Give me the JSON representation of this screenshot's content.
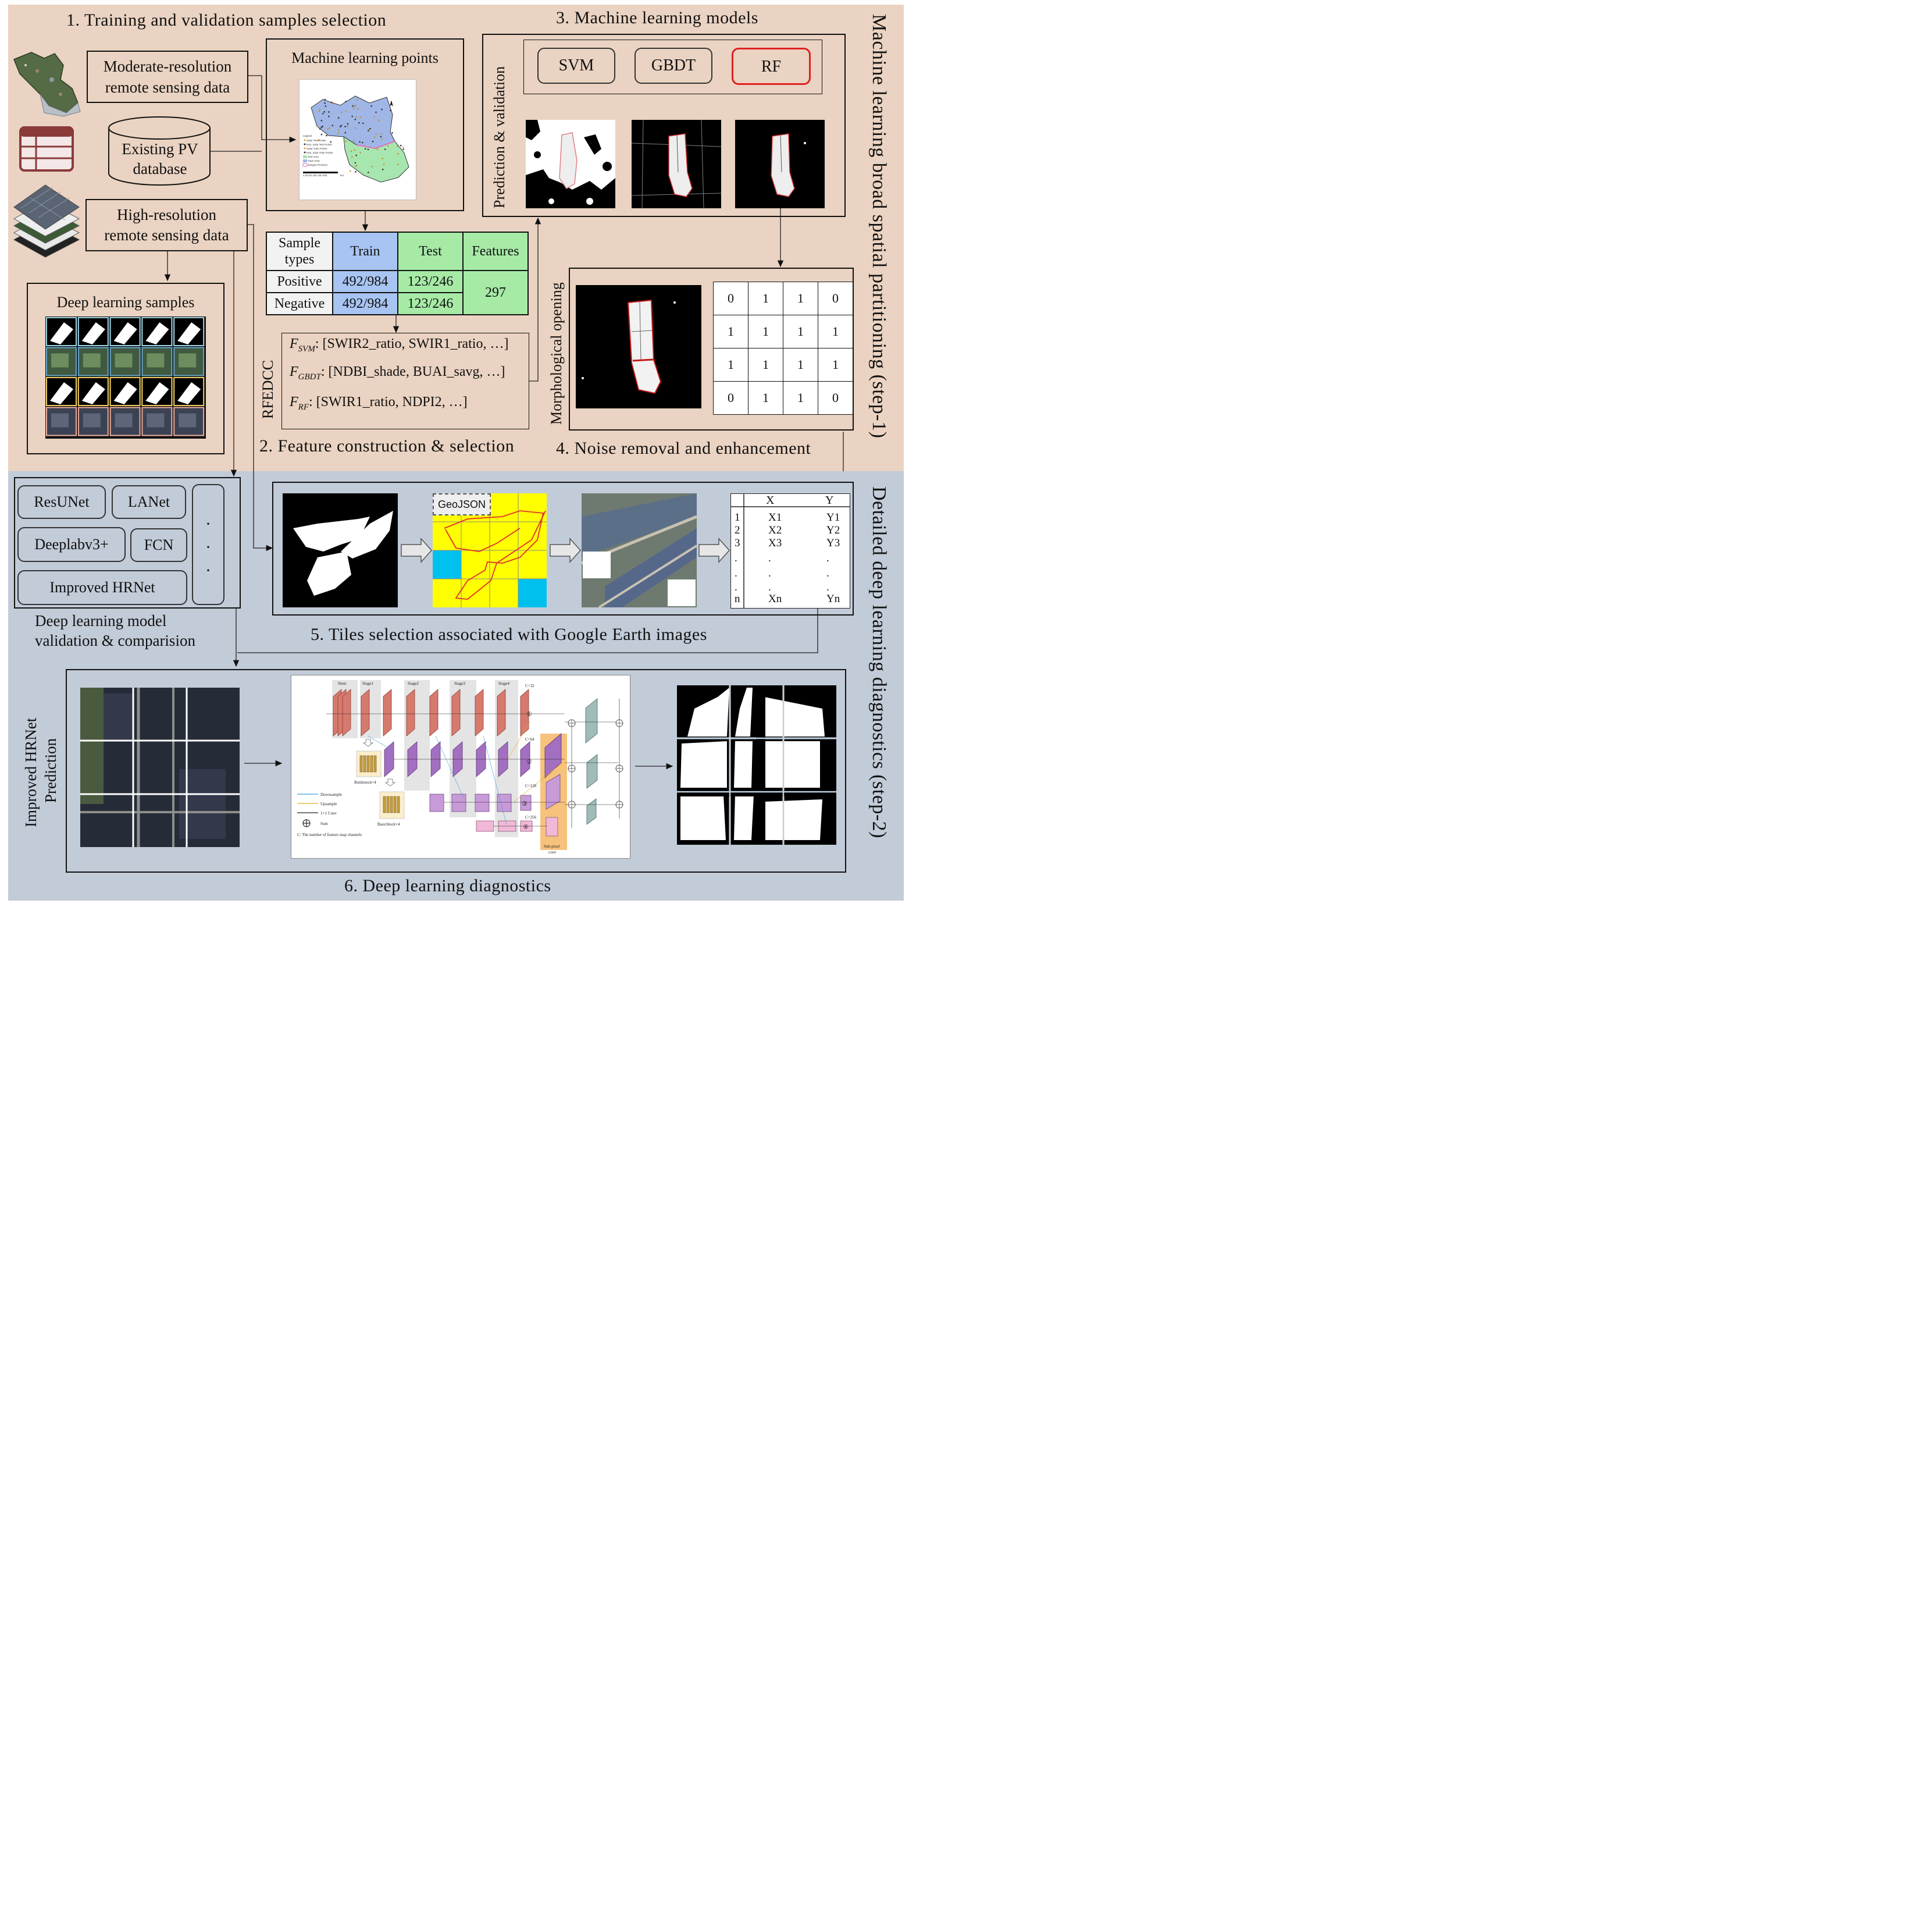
{
  "step1": {
    "side_title": "Machine learning broad spatial partitioning (step-1)",
    "sec1_title": "1. Training and validation samples selection",
    "moderate": "Moderate-resolution\nremote sensing data",
    "moderate_l1": "Moderate-resolution",
    "moderate_l2": "remote sensing data",
    "pv_db_l1": "Existing PV",
    "pv_db_l2": "database",
    "high_l1": "High-resolution",
    "high_l2": "remote sensing data",
    "ml_points": "Machine learning points",
    "dl_samples": "Deep learning samples",
    "sec2_title": "2. Feature construction  & selection",
    "rfedcc": "RFEDCC",
    "sec3_title": "3. Machine learning models",
    "pred_val": "Prediction  &  validation",
    "models": [
      "SVM",
      "GBDT",
      "RF"
    ],
    "sec4_title": "4. Noise removal and enhancement",
    "morph": "Morphological  opening",
    "map_legend": [
      "Legend",
      "Solar Test Points",
      "Non_solar Test Points",
      "Solar Train Points",
      "Non_solar Train Points",
      "Test Area",
      "Train Area",
      "Jiangsu Province"
    ],
    "map_scale": "0  25 50       100       150     200",
    "map_scale_unit": "km"
  },
  "sample_table": {
    "headers": [
      "Sample\ntypes",
      "Train",
      "Test",
      "Features"
    ],
    "h0_l1": "Sample",
    "h0_l2": "types",
    "rows": [
      {
        "type": "Positive",
        "train": "492/984",
        "test": "123/246"
      },
      {
        "type": "Negative",
        "train": "492/984",
        "test": "123/246"
      }
    ],
    "features": "297"
  },
  "feature_sets": {
    "svm": {
      "sym": "F",
      "sub": "SVM",
      "text": ": [SWIR2_ratio, SWIR1_ratio, …]"
    },
    "gbdt": {
      "sym": "F",
      "sub": "GBDT",
      "text": ": [NDBI_shade, BUAI_savg, …]"
    },
    "rf": {
      "sym": "F",
      "sub": "RF",
      "text": ": [SWIR1_ratio, NDPI2, …]"
    }
  },
  "kernel": [
    [
      0,
      1,
      1,
      0
    ],
    [
      1,
      1,
      1,
      1
    ],
    [
      1,
      1,
      1,
      1
    ],
    [
      0,
      1,
      1,
      0
    ]
  ],
  "step2": {
    "side_title": "Detailed deep learning diagnostics (step-2)",
    "dl_models": [
      "ResUNet",
      "LANet",
      "Deeplabv3+",
      "FCN",
      "Improved HRNet"
    ],
    "ellipsis": "·",
    "dl_val_l1": "Deep learning model",
    "dl_val_l2": "validation  & comparision",
    "geojson": "GeoJSON",
    "sec5_title": "5. Tiles selection associated with Google Earth images",
    "xy_header": [
      "X",
      "Y"
    ],
    "xy_rows": [
      [
        "1",
        "X1",
        "Y1"
      ],
      [
        "2",
        "X2",
        "Y2"
      ],
      [
        "3",
        "X3",
        "Y3"
      ],
      [
        ".",
        ".",
        "."
      ],
      [
        ".",
        ".",
        "."
      ],
      [
        ".",
        ".",
        "."
      ],
      [
        "n",
        "Xn",
        "Yn"
      ]
    ],
    "hrnet_pred_l1": "Improved HRNet",
    "hrnet_pred_l2": "Prediction",
    "sec6_title": "6. Deep learning diagnostics"
  },
  "hrnet": {
    "stages": [
      "Stem",
      "Stage1",
      "Stage2",
      "Stage3",
      "Stage4"
    ],
    "channels": [
      "C=32",
      "C=64",
      "C=128",
      "C=256"
    ],
    "circled": [
      "①",
      "②",
      "③",
      "④"
    ],
    "bottleneck": "Bottleneck×4",
    "basicblock": "Basicblock×4",
    "legend": [
      "Downsample",
      "Upsample",
      "1×1 Conv",
      "Sum"
    ],
    "note": "C:  The number of feature map channels",
    "subpixel_l1": "Sub-pixel",
    "subpixel_l2": "conv"
  },
  "colors": {
    "panel1": "#ead3c2",
    "panel2": "#c2cbd8",
    "train": "#a8c4f2",
    "test": "#a6eaa6",
    "rf_highlight": "#e02020",
    "tile_yellow": "#ffff00",
    "tile_cyan": "#00c0ee",
    "track_red": "#e03030"
  }
}
